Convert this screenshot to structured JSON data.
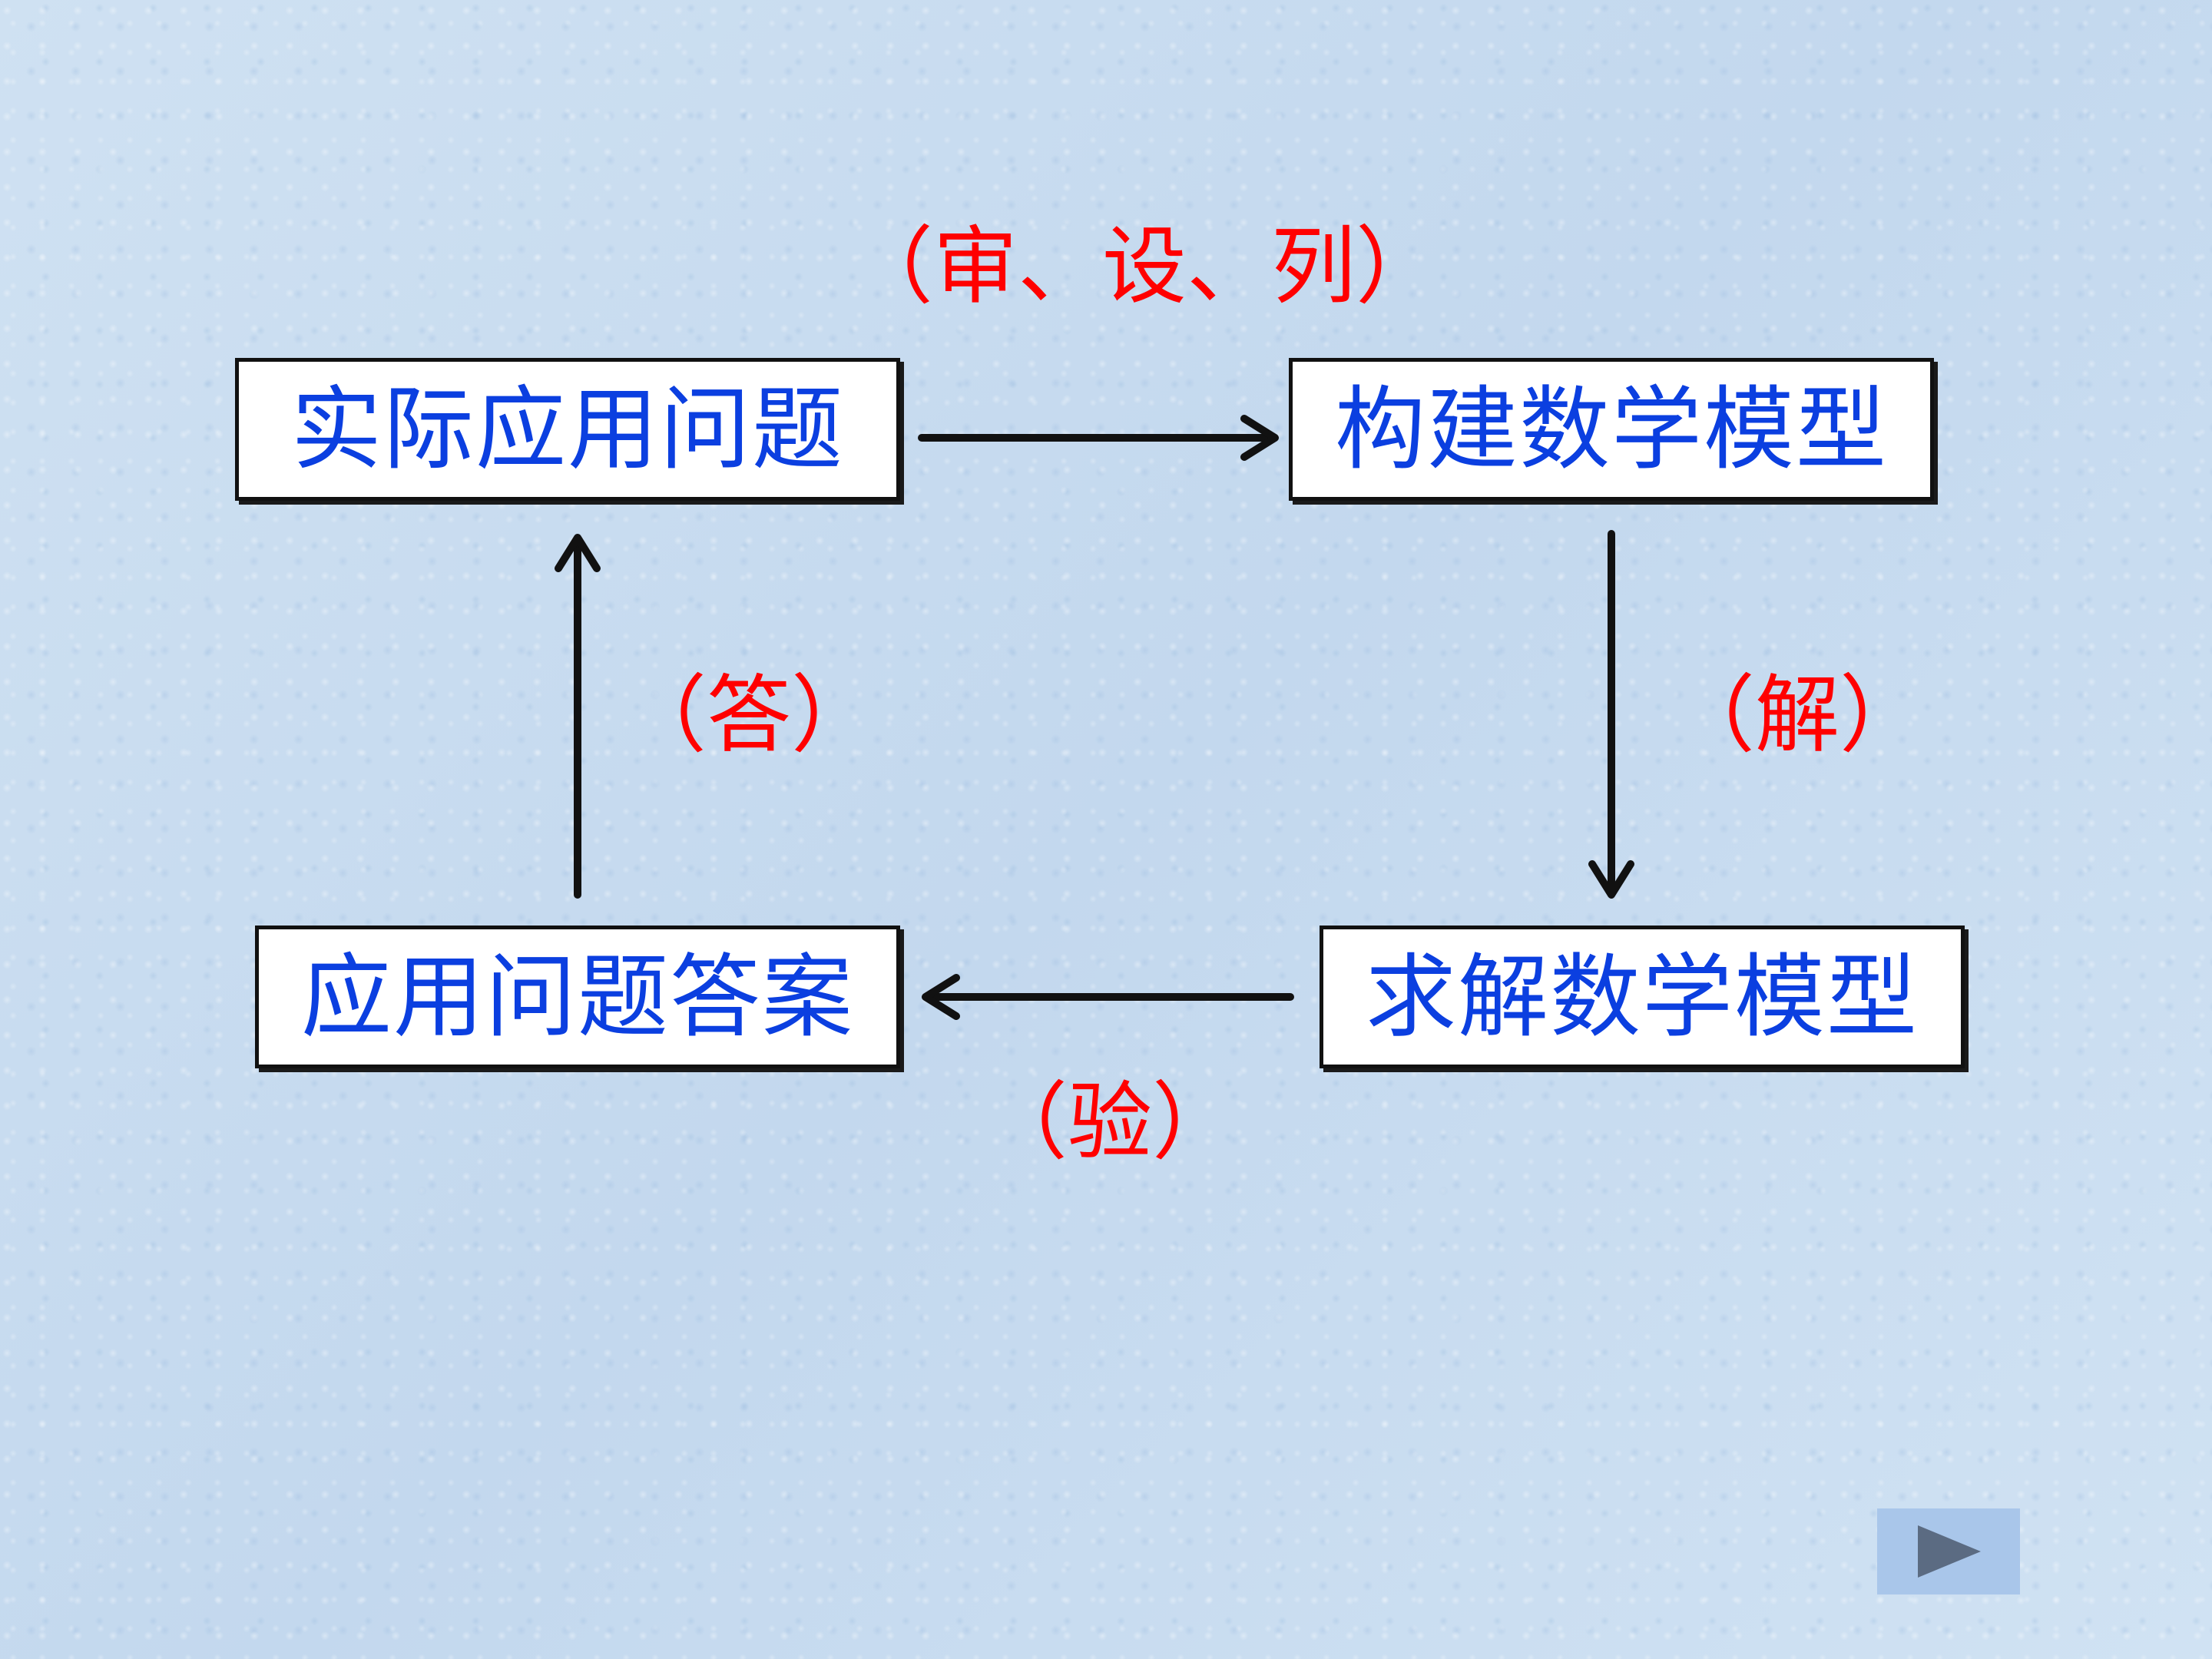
{
  "boxes": {
    "top_left": "实际应用问题",
    "top_right": "构建数学模型",
    "bottom_right": "求解数学模型",
    "bottom_left": "应用问题答案"
  },
  "labels": {
    "top": "（审、设、列）",
    "right": "（解）",
    "bottom": "（验）",
    "left": "（答）"
  },
  "colors": {
    "box_text": "#0b3fe0",
    "label_text": "#ff0000",
    "arrow": "#111111",
    "background": "#c9ddf0"
  },
  "controls": {
    "next_icon": "play-triangle-icon"
  }
}
